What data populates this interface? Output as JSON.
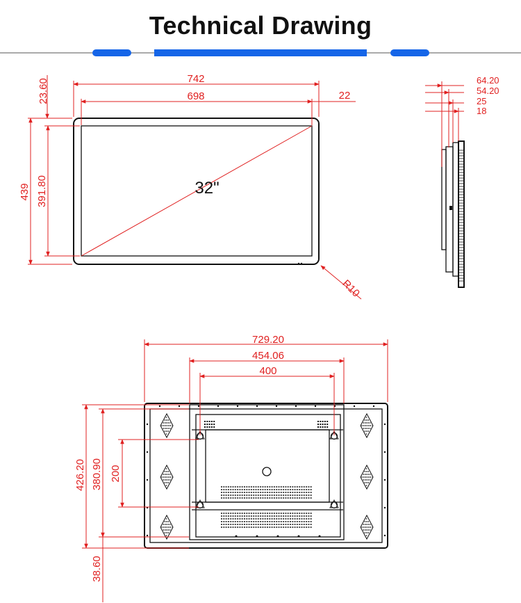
{
  "header": {
    "title": "Technical Drawing"
  },
  "colors": {
    "accent": "#1565e8",
    "dimension": "#e02020",
    "outline": "#111111"
  },
  "front_view": {
    "width_outer": "742",
    "width_inner": "698",
    "bezel_right": "22",
    "top_offset": "23.60",
    "height_outer": "439",
    "height_inner": "391.80",
    "size_label": "32\"",
    "corner_radius": "R10"
  },
  "side_view": {
    "d1": "64.20",
    "d2": "54.20",
    "d3": "25",
    "d4": "18"
  },
  "back_view": {
    "width_total": "729.20",
    "width_bracket": "454.06",
    "vesa_h": "400",
    "height_total": "426.20",
    "height_bracket": "380.90",
    "vesa_v": "200",
    "bottom_offset": "38.60"
  }
}
